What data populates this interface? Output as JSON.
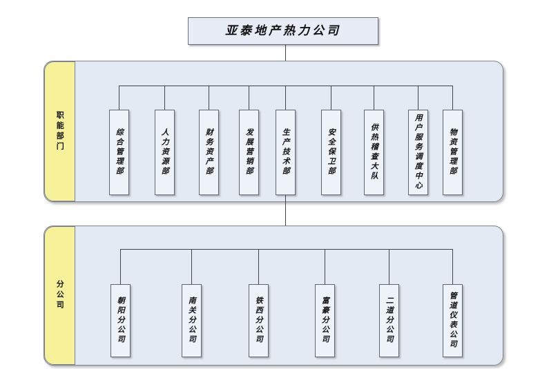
{
  "chart": {
    "type": "org-chart",
    "root": {
      "label": "亚泰地产热力公司"
    },
    "sections": [
      {
        "id": "functional",
        "tab_label": "职能部门",
        "nodes": [
          {
            "label": "综合管理部"
          },
          {
            "label": "人力资源部"
          },
          {
            "label": "财务资产部"
          },
          {
            "label": "发展营销部"
          },
          {
            "label": "生产技术部"
          },
          {
            "label": "安全保卫部"
          },
          {
            "label": "供热稽查大队"
          },
          {
            "label": "用户服务调度中心"
          },
          {
            "label": "物资管理部"
          }
        ]
      },
      {
        "id": "branch",
        "tab_label": "分公司",
        "nodes": [
          {
            "label": "朝阳分公司"
          },
          {
            "label": "南关分公司"
          },
          {
            "label": "铁西分公司"
          },
          {
            "label": "富豪分公司"
          },
          {
            "label": "二道分公司"
          },
          {
            "label": "管道仪表公司"
          }
        ]
      }
    ],
    "colors": {
      "panel_fill": "#e4eaf4",
      "tab_fill": "#f7f29a",
      "box_fill": "#eef2f9",
      "line": "#3d444d",
      "border": "#5d6670",
      "background": "#ffffff"
    }
  }
}
